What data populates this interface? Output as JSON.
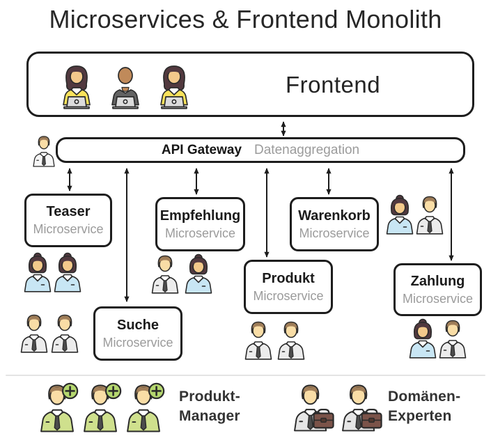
{
  "title": "Microservices & Frontend Monolith",
  "frontend": {
    "label": "Frontend",
    "team_icons": [
      "developer-woman-icon",
      "developer-man-icon",
      "developer-woman-icon"
    ]
  },
  "api_gateway": {
    "label": "API Gateway",
    "annotation": "Datenaggregation",
    "owner_icon": "business-man-icon"
  },
  "services": [
    {
      "id": "teaser",
      "name": "Teaser",
      "type": "Microservice"
    },
    {
      "id": "empfehlung",
      "name": "Empfehlung",
      "type": "Microservice"
    },
    {
      "id": "warenkorb",
      "name": "Warenkorb",
      "type": "Microservice"
    },
    {
      "id": "produkt",
      "name": "Produkt",
      "type": "Microservice"
    },
    {
      "id": "zahlung",
      "name": "Zahlung",
      "type": "Microservice"
    },
    {
      "id": "suche",
      "name": "Suche",
      "type": "Microservice"
    }
  ],
  "teams": {
    "teaser": [
      "businesswoman-icon",
      "businesswoman-icon"
    ],
    "suche": [
      "businessman-icon",
      "businessman-icon"
    ],
    "empfehlung": [
      "businessman-icon",
      "businesswoman-icon"
    ],
    "warenkorb": [
      "businesswoman-icon",
      "businessman-icon"
    ],
    "produkt": [
      "businessman-icon",
      "businessman-icon"
    ],
    "zahlung": [
      "businesswoman-icon",
      "businessman-icon"
    ]
  },
  "legend": {
    "produkt_manager": {
      "line1": "Produkt-",
      "line2": "Manager",
      "icons": [
        "product-manager-icon",
        "product-manager-icon",
        "product-manager-icon"
      ]
    },
    "domaenen_experten": {
      "line1": "Domänen-",
      "line2": "Experten",
      "icons": [
        "domain-expert-icon",
        "domain-expert-icon"
      ]
    }
  },
  "colors": {
    "outline": "#1d1d1d",
    "muted_text": "#9b9b9b",
    "shirt_blue": "#c8e6f4",
    "shirt_gray": "#ececec",
    "shirt_yellow": "#f8e25b",
    "shirt_green": "#cfe08d",
    "plus_badge_green": "#b5d76f",
    "briefcase_brown": "#7b5349",
    "skin_light": "#f9dda6",
    "skin_tan": "#c08a5a",
    "hair_dark": "#52393f",
    "hair_brown": "#a3805a"
  }
}
